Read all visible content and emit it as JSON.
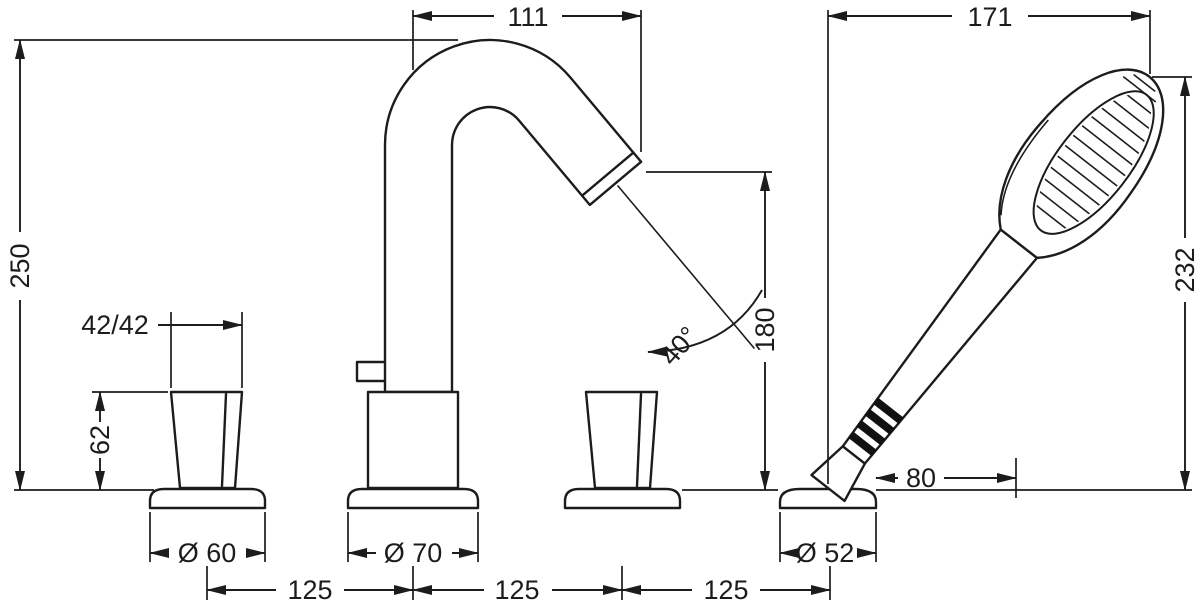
{
  "dimensions": {
    "spout_reach": "111",
    "shower_reach": "171",
    "height_overall": "250",
    "shower_height": "232",
    "outlet_height": "180",
    "spray_angle": "40°",
    "handle_size": "42/42",
    "handle_height": "62",
    "shower_offset": "80",
    "handle_base_diameter": "Ø 60",
    "spout_base_diameter": "Ø 70",
    "shower_base_diameter": "Ø 52",
    "spacing_left": "125",
    "spacing_center": "125",
    "spacing_right": "125"
  },
  "colors": {
    "ink": "#1c1c1c",
    "background": "#ffffff"
  }
}
